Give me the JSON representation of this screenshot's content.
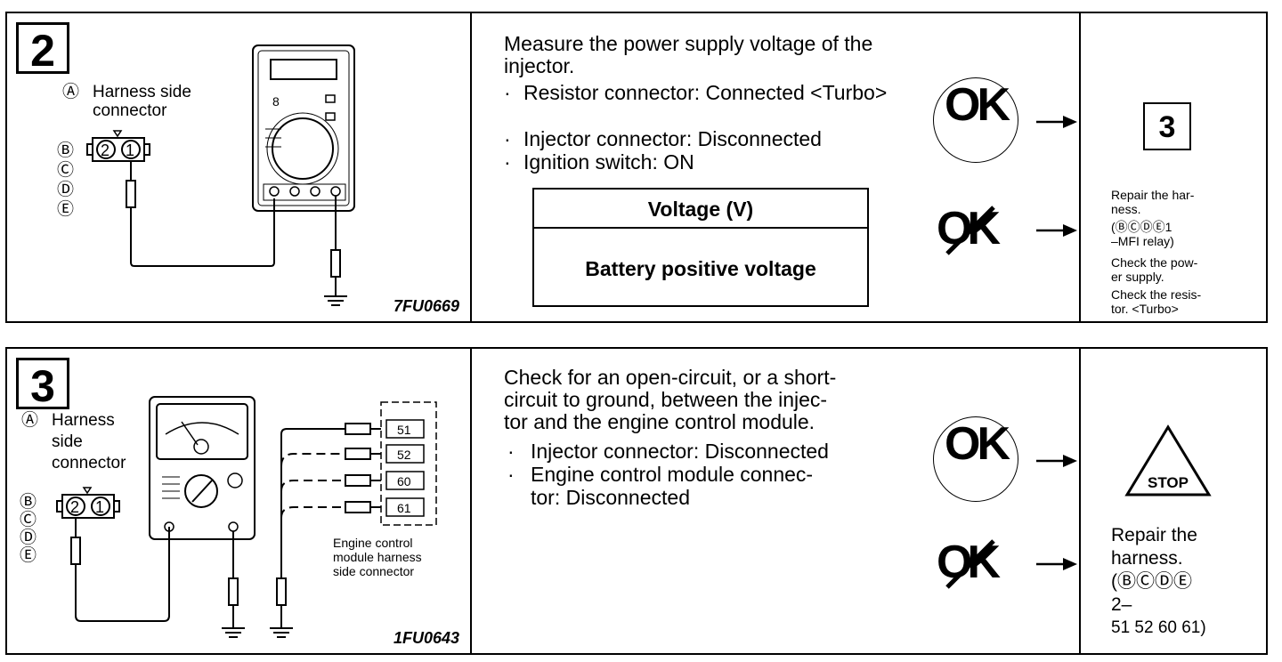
{
  "steps": [
    {
      "number": "2",
      "figure": {
        "code": "7FU0669",
        "label_a_marker": "Ⓐ",
        "label_a": "Harness side connector",
        "pin_markers": [
          "Ⓑ",
          "Ⓒ",
          "Ⓓ",
          "Ⓔ"
        ],
        "pins": [
          "2",
          "1"
        ]
      },
      "instruction": "Measure the power supply voltage of the injector.",
      "conditions": [
        "Resistor connector: Connected <Turbo>",
        "Injector connector: Disconnected",
        "Ignition switch: ON"
      ],
      "table": {
        "header": "Voltage (V)",
        "value": "Battery positive voltage"
      },
      "ok_label": "OK",
      "ng_label": "OK",
      "ok_result": "3",
      "ng_result": [
        "Repair the har-",
        "ness.",
        "(ⒷⒸⒹⒺ1",
        "–MFI relay)",
        "Check the pow-",
        "er supply.",
        "Check the resis-",
        "tor. <Turbo>"
      ]
    },
    {
      "number": "3",
      "figure": {
        "code": "1FU0643",
        "label_a_marker": "Ⓐ",
        "label_a": [
          "Harness",
          "side",
          "connector"
        ],
        "pin_markers": [
          "Ⓑ",
          "Ⓒ",
          "Ⓓ",
          "Ⓔ"
        ],
        "pins": [
          "2",
          "1"
        ],
        "ecm_pins": [
          "51",
          "52",
          "60",
          "61"
        ],
        "ecm_label": [
          "Engine control",
          "module harness",
          "side connector"
        ]
      },
      "instruction": [
        "Check for an open-circuit, or a short-",
        "circuit to ground, between the injec-",
        "tor and the engine control module."
      ],
      "conditions": [
        "Injector connector: Disconnected",
        "Engine control module connec-",
        "tor: Disconnected"
      ],
      "ok_label": "OK",
      "ng_label": "OK",
      "ok_result": "STOP",
      "ng_result": [
        "Repair the",
        "harness.",
        "(ⒷⒸⒹⒺ",
        "2–",
        "51 52 60 61)"
      ]
    }
  ]
}
